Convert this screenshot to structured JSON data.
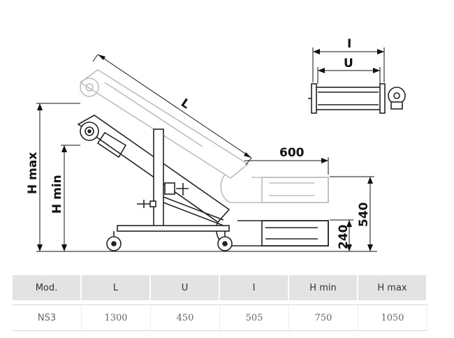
{
  "labels": {
    "L": "L",
    "distance": "600",
    "h_max": "H max",
    "h_min": "H min",
    "dim_540": "540",
    "dim_240": "240",
    "top_I": "I",
    "top_U": "U"
  },
  "table": {
    "headers": [
      "Mod.",
      "L",
      "U",
      "I",
      "H min",
      "H max"
    ],
    "rows": [
      [
        "NS3",
        "1300",
        "450",
        "505",
        "750",
        "1050"
      ]
    ]
  }
}
